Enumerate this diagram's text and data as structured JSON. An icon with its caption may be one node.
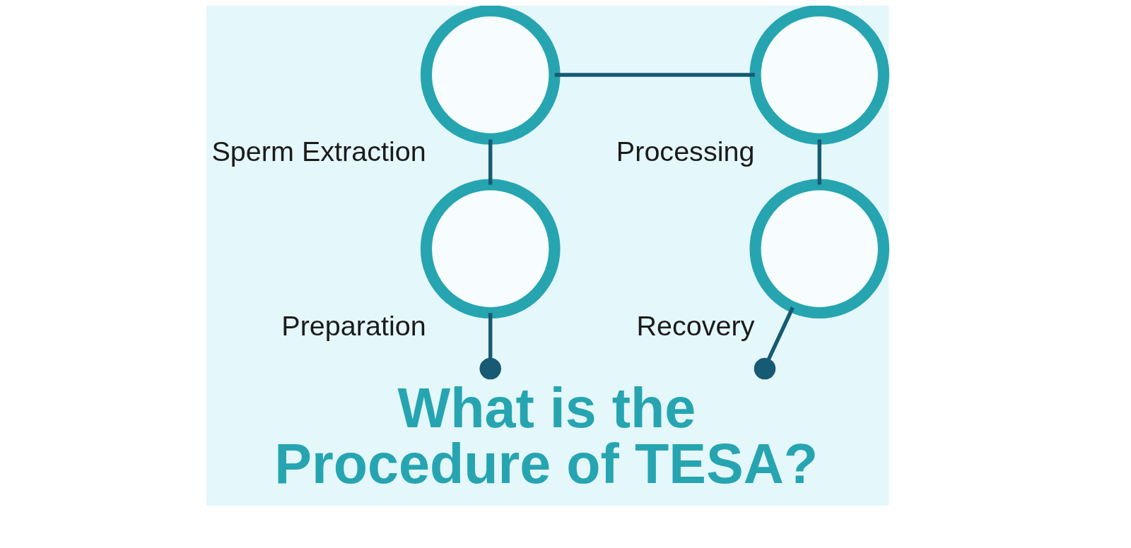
{
  "diagram": {
    "title": "What is the Procedure of TESA?",
    "nodes": [
      {
        "text": [],
        "shape": "circle"
      },
      {
        "text": [
          "Preparation"
        ]
      },
      {
        "text": [
          "Sperm Extraction"
        ]
      },
      {
        "text": [
          "Processing"
        ]
      },
      {
        "text": [
          "Recovery"
        ]
      },
      {
        "text": [],
        "shape": "circle"
      }
    ],
    "edges": [
      {
        "from": 0,
        "to": 1,
        "arrow": "none"
      },
      {
        "from": 1,
        "to": 2,
        "arrow": "none"
      },
      {
        "from": 2,
        "to": 3,
        "arrow": "none"
      },
      {
        "from": 3,
        "to": 4,
        "arrow": "none"
      },
      {
        "from": 4,
        "to": 5,
        "arrow": "none"
      }
    ]
  }
}
